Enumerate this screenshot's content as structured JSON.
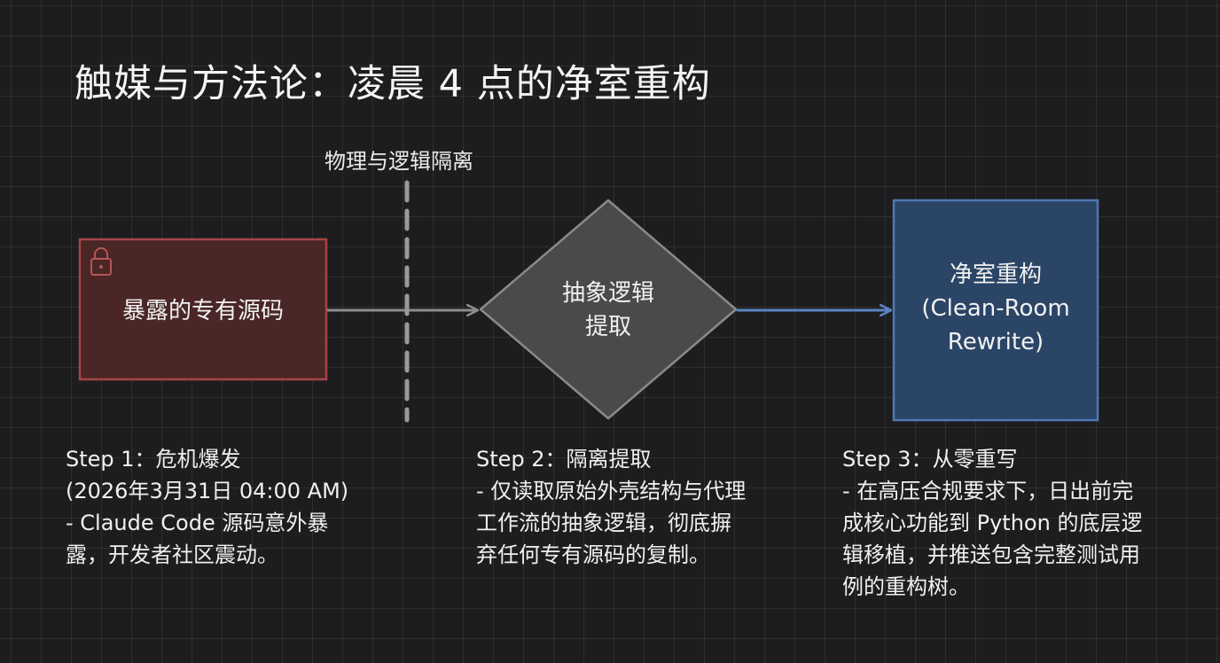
{
  "title": "触媒与方法论：凌晨 4 点的净室重构",
  "divider_label": "物理与逻辑隔离",
  "nodes": [
    {
      "label_lines": [
        "暴露的专有源码"
      ],
      "color": "#a74545",
      "fill": "#4a2626",
      "icon": "lock-icon"
    },
    {
      "label_lines": [
        "抽象逻辑",
        "提取"
      ],
      "color": "#8a8a8a",
      "fill": "#4a4a4c"
    },
    {
      "label_lines": [
        "净室重构",
        "(Clean-Room",
        "Rewrite)"
      ],
      "color": "#4e78b3",
      "fill": "#2b4566"
    }
  ],
  "steps": [
    {
      "lines": [
        "Step 1：危机爆发",
        "(2026年3月31日 04:00 AM)",
        "- Claude Code 源码意外暴",
        "露，开发者社区震动。"
      ]
    },
    {
      "lines": [
        "Step 2：隔离提取",
        "- 仅读取原始外壳结构与代理",
        "工作流的抽象逻辑，彻底摒",
        "弃任何专有源码的复制。"
      ]
    },
    {
      "lines": [
        "Step 3：从零重写",
        "- 在高压合规要求下，日出前完",
        "成核心功能到 Python 的底层逻",
        "辑移植，并推送包含完整测试用",
        "例的重构树。"
      ]
    }
  ],
  "colors": {
    "arrow_gray": "#8d8d8d",
    "arrow_blue": "#5b85c2",
    "divider": "#9a9a9a"
  }
}
